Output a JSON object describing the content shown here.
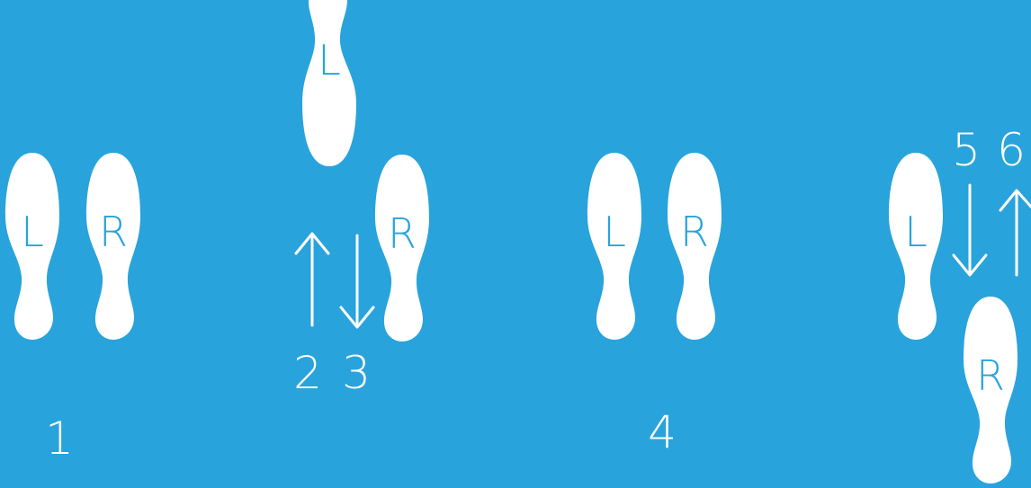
{
  "colors": {
    "background": "#29a3dc",
    "foreground": "#ffffff"
  },
  "feet": {
    "left": "L",
    "right": "R"
  },
  "steps": {
    "step1": "1",
    "step2": "2",
    "step3": "3",
    "step4": "4",
    "step5": "5",
    "step6": "6"
  },
  "arrows": {
    "step2": "up",
    "step3": "down",
    "step5": "down",
    "step6": "up"
  }
}
